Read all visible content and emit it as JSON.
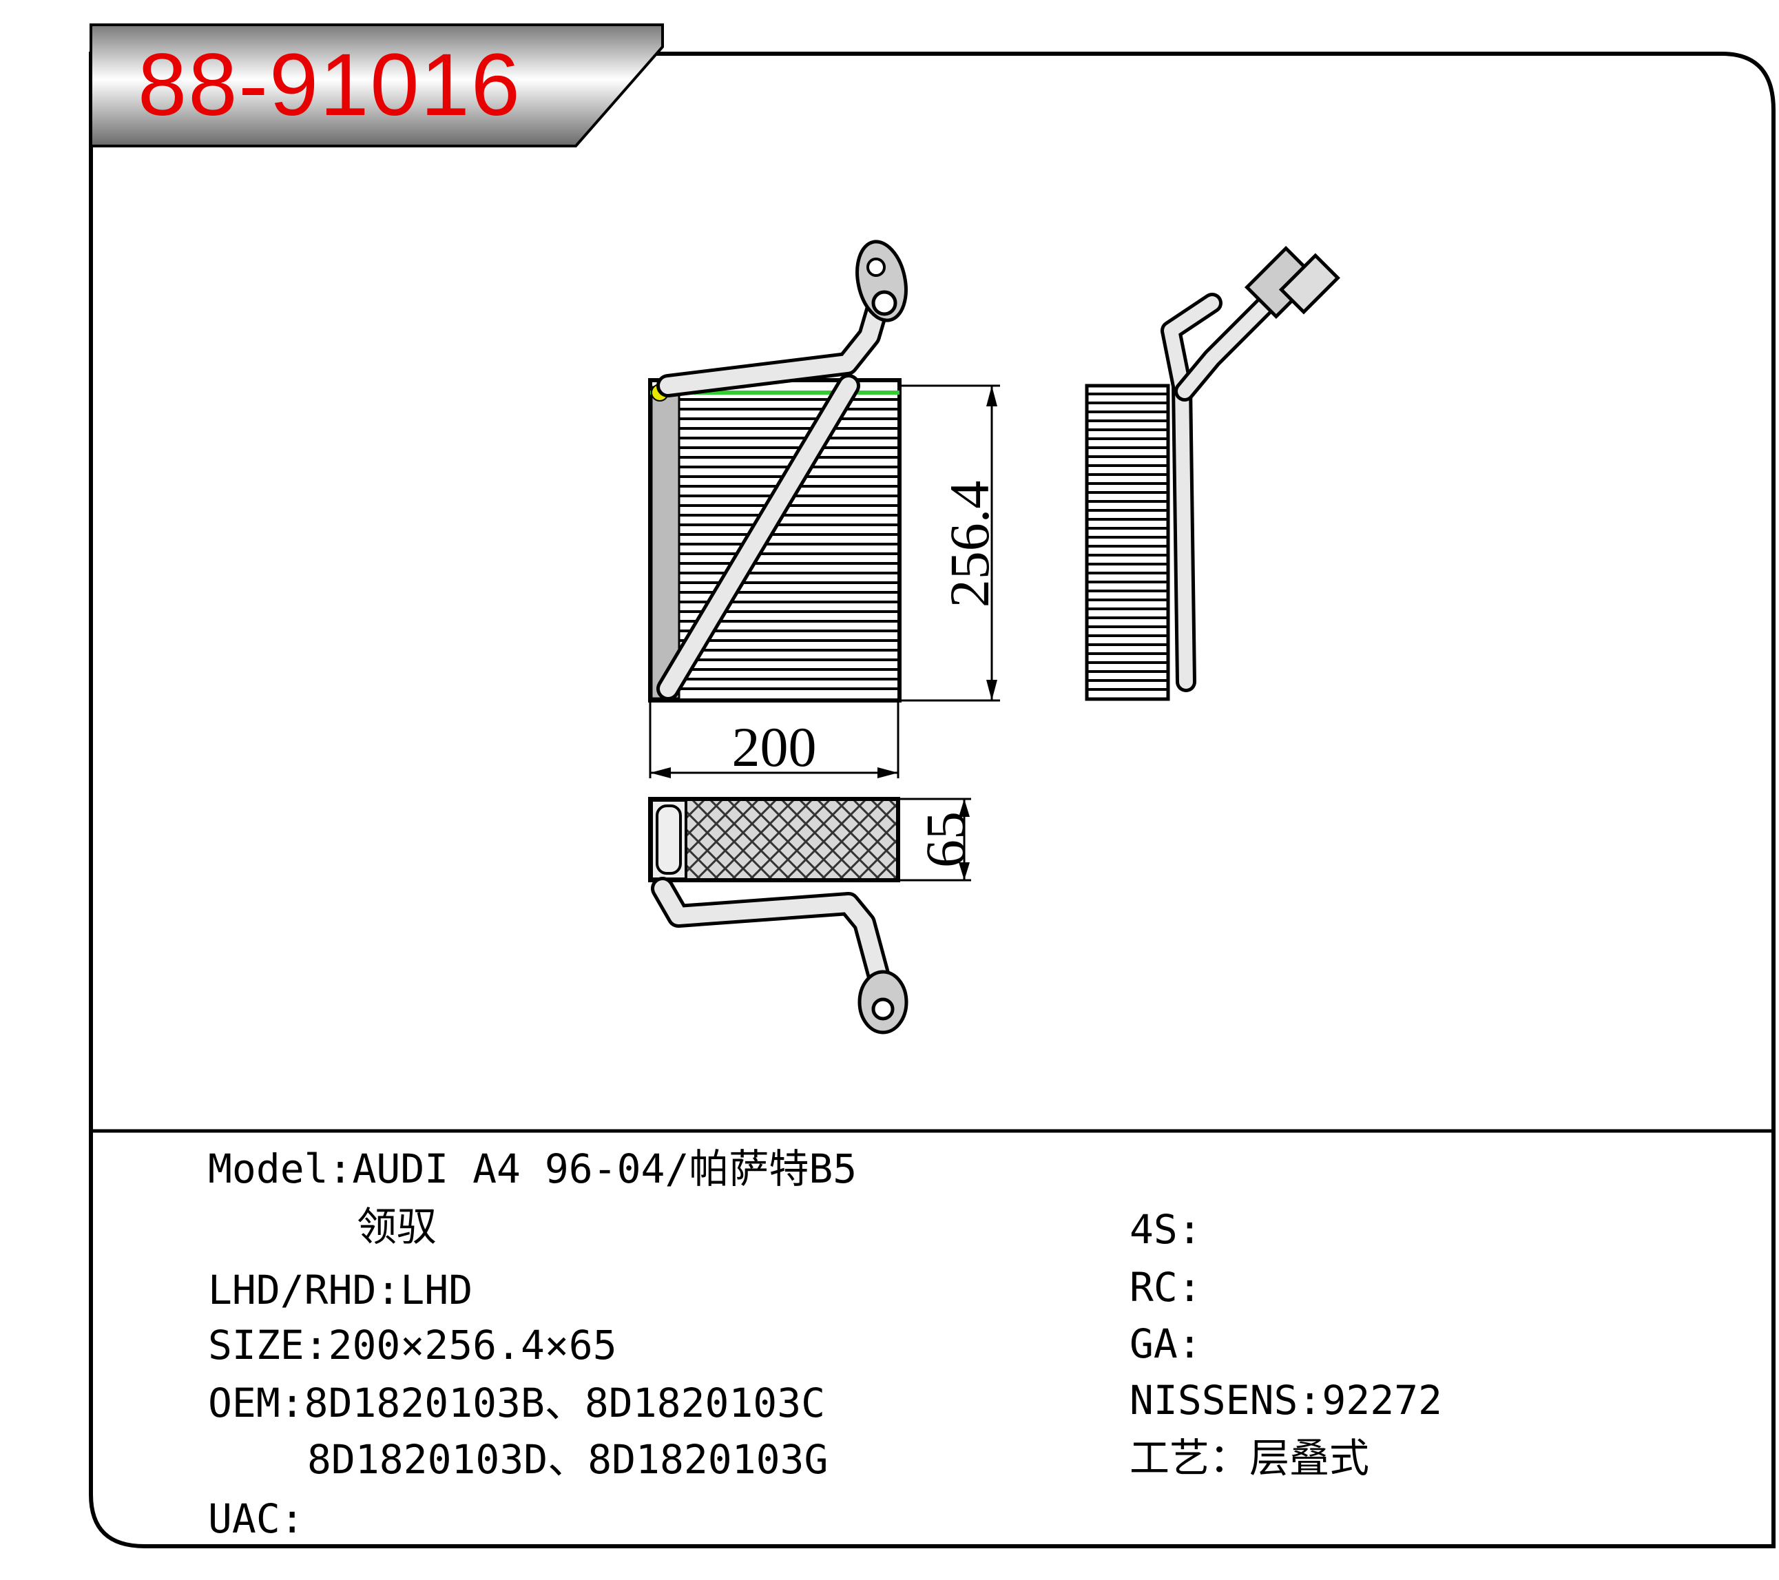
{
  "header": {
    "part_number": "88-91016"
  },
  "dimensions": {
    "width": "200",
    "height": "256.4",
    "depth": "65"
  },
  "specs_left": {
    "model_label": "Model:",
    "model_value": "AUDI A4 96-04/帕萨特B5",
    "model_value_line2": "领驭",
    "lhd_rhd": "LHD/RHD:LHD",
    "size": "SIZE:200×256.4×65",
    "oem_line1": "OEM:8D1820103B、8D1820103C",
    "oem_line2": "8D1820103D、8D1820103G",
    "uac": "UAC:"
  },
  "specs_right": {
    "s4": "4S:",
    "rc": "RC:",
    "ga": "GA:",
    "nissens": "NISSENS:92272",
    "process": "工艺：层叠式"
  },
  "colors": {
    "part_number": "#e60000",
    "line": "#000000",
    "accent_green": "#33cc33",
    "accent_yellow": "#e6e600"
  }
}
